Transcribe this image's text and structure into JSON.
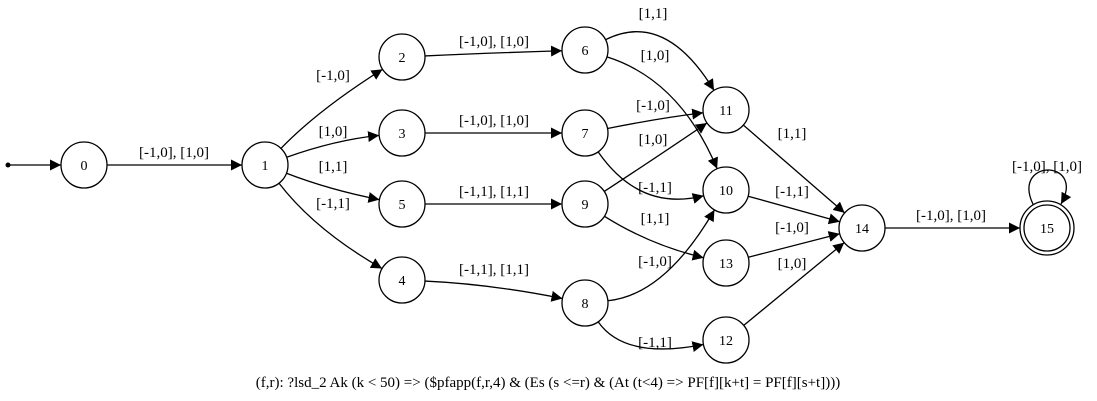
{
  "diagram": {
    "caption": "(f,r): ?lsd_2 Ak (k < 50) => ($pfapp(f,r,4) & (Es (s <=r) & (At (t<4) => PF[f][k+t] = PF[f][s+t])))",
    "nodes": [
      {
        "id": "0",
        "label": "0",
        "accepting": false
      },
      {
        "id": "1",
        "label": "1",
        "accepting": false
      },
      {
        "id": "2",
        "label": "2",
        "accepting": false
      },
      {
        "id": "3",
        "label": "3",
        "accepting": false
      },
      {
        "id": "5",
        "label": "5",
        "accepting": false
      },
      {
        "id": "4",
        "label": "4",
        "accepting": false
      },
      {
        "id": "6",
        "label": "6",
        "accepting": false
      },
      {
        "id": "7",
        "label": "7",
        "accepting": false
      },
      {
        "id": "9",
        "label": "9",
        "accepting": false
      },
      {
        "id": "8",
        "label": "8",
        "accepting": false
      },
      {
        "id": "11",
        "label": "11",
        "accepting": false
      },
      {
        "id": "10",
        "label": "10",
        "accepting": false
      },
      {
        "id": "13",
        "label": "13",
        "accepting": false
      },
      {
        "id": "12",
        "label": "12",
        "accepting": false
      },
      {
        "id": "14",
        "label": "14",
        "accepting": false
      },
      {
        "id": "15",
        "label": "15",
        "accepting": true
      }
    ],
    "initial": "0",
    "edges": [
      {
        "from": "0",
        "to": "1",
        "label": "[-1,0], [1,0]"
      },
      {
        "from": "1",
        "to": "2",
        "label": "[-1,0]"
      },
      {
        "from": "1",
        "to": "3",
        "label": "[1,0]"
      },
      {
        "from": "1",
        "to": "5",
        "label": "[1,1]"
      },
      {
        "from": "1",
        "to": "4",
        "label": "[-1,1]"
      },
      {
        "from": "2",
        "to": "6",
        "label": "[-1,0], [1,0]"
      },
      {
        "from": "3",
        "to": "7",
        "label": "[-1,0], [1,0]"
      },
      {
        "from": "5",
        "to": "9",
        "label": "[-1,1], [1,1]"
      },
      {
        "from": "4",
        "to": "8",
        "label": "[-1,1], [1,1]"
      },
      {
        "from": "6",
        "to": "11",
        "label": "[1,1]"
      },
      {
        "from": "6",
        "to": "10",
        "label": "[1,0]"
      },
      {
        "from": "7",
        "to": "11",
        "label": "[-1,0]"
      },
      {
        "from": "7",
        "to": "10",
        "label": "[-1,1]"
      },
      {
        "from": "9",
        "to": "11",
        "label": "[1,0]"
      },
      {
        "from": "9",
        "to": "13",
        "label": "[1,1]"
      },
      {
        "from": "8",
        "to": "10",
        "label": "[-1,0]"
      },
      {
        "from": "8",
        "to": "12",
        "label": "[-1,1]"
      },
      {
        "from": "11",
        "to": "14",
        "label": "[1,1]"
      },
      {
        "from": "10",
        "to": "14",
        "label": "[-1,1]"
      },
      {
        "from": "13",
        "to": "14",
        "label": "[-1,0]"
      },
      {
        "from": "12",
        "to": "14",
        "label": "[1,0]"
      },
      {
        "from": "14",
        "to": "15",
        "label": "[-1,0], [1,0]"
      },
      {
        "from": "15",
        "to": "15",
        "label": "[-1,0], [1,0]"
      }
    ]
  }
}
